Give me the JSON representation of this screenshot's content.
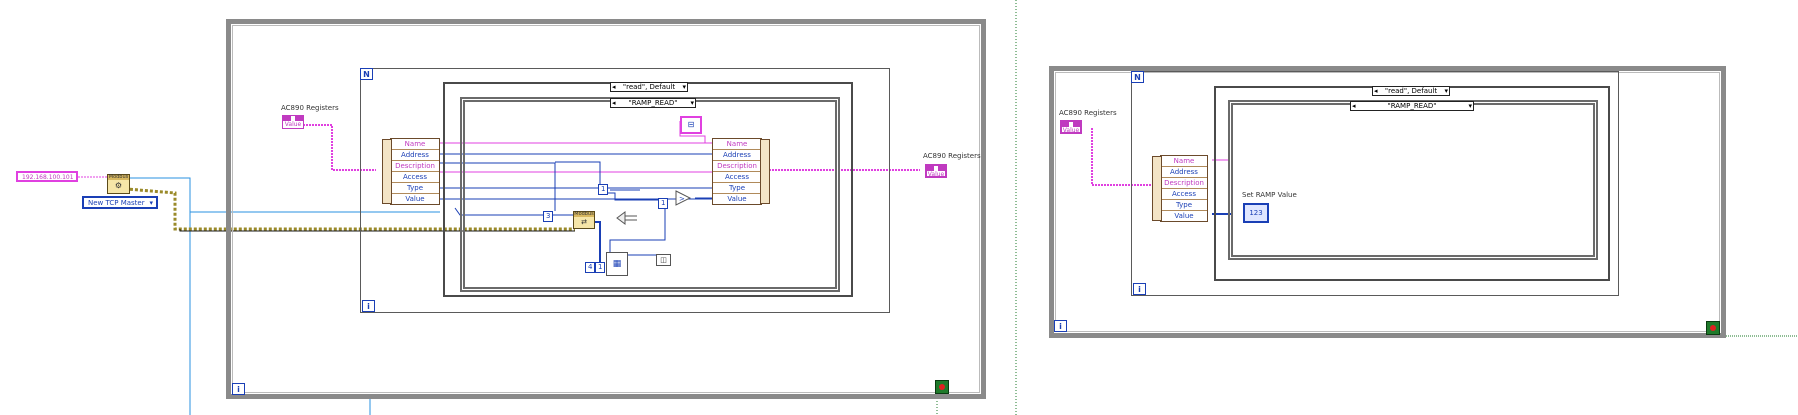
{
  "diagram": {
    "left": {
      "ip_constant": "192.168.100.101",
      "tcp_master_enum": "New TCP Master",
      "registers_label_in": "AC890 Registers",
      "registers_label_out": "AC890 Registers",
      "registers_ctl_text": "Value",
      "registers_out_text": "Value",
      "loop_n": "N",
      "loop_i": "i",
      "while_i": "i",
      "case_outer_selector": "\"read\", Default",
      "case_inner_selector": "\"RAMP_READ\"",
      "unbundle_rows": [
        "Name",
        "Address",
        "Description",
        "Access",
        "Type",
        "Value"
      ],
      "bundle_rows": [
        "Name",
        "Address",
        "Description",
        "Access",
        "Type",
        "Value"
      ],
      "const_1": "1",
      "const_2": "3",
      "const_3": "1",
      "const_4": "4",
      "const_5": "1",
      "modbus_label": "Modbus",
      "modbus_label_2": "Modbus"
    },
    "right": {
      "registers_label": "AC890 Registers",
      "registers_ctl_text": "Value",
      "loop_n": "N",
      "loop_i": "i",
      "while_i": "i",
      "case_outer_selector": "\"read\", Default",
      "case_inner_selector": "\"RAMP_READ\"",
      "unbundle_rows": [
        "Name",
        "Address",
        "Description",
        "Access",
        "Type",
        "Value"
      ],
      "set_ramp_label": "Set RAMP Value",
      "set_ramp_ind": "123"
    },
    "colors": {
      "wire_pink": "#e040e0",
      "wire_blue": "#1a3fb5",
      "wire_cyan": "#2a90e0",
      "wire_olive": "#9a8a2a",
      "frame_gray": "#8a8a8a"
    }
  }
}
